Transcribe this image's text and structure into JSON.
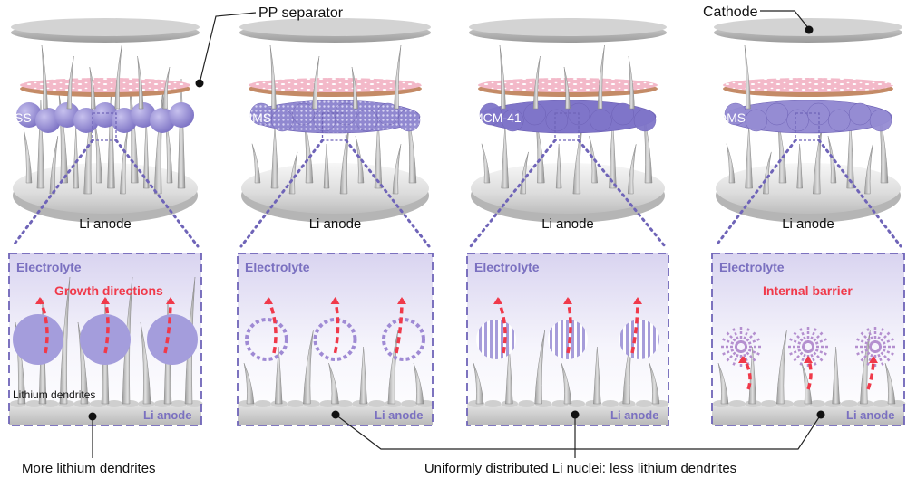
{
  "labels": {
    "pp_separator": "PP separator",
    "cathode": "Cathode",
    "bottom_left": "More lithium  dendrites",
    "bottom_center": "Uniformly distributed Li nuclei: less lithium dendrites"
  },
  "panels": [
    {
      "material": "SS",
      "anode_top": "Li anode",
      "electrolyte": "Electrolyte",
      "anode_box": "Li anode",
      "note": "Growth directions",
      "extra": "Lithium dendrites",
      "particle": "solid"
    },
    {
      "material": "HMS",
      "anode_top": "Li anode",
      "electrolyte": "Electrolyte",
      "anode_box": "Li anode",
      "particle": "hollow"
    },
    {
      "material": "MCM-41",
      "anode_top": "Li anode",
      "electrolyte": "Electrolyte",
      "anode_box": "Li anode",
      "particle": "channel"
    },
    {
      "material": "DMS",
      "anode_top": "Li anode",
      "electrolyte": "Electrolyte",
      "anode_box": "Li anode",
      "note": "Internal  barrier",
      "particle": "dendritic"
    }
  ],
  "colors": {
    "particle": "#8f86cf",
    "particle_dark": "#6b5fb3",
    "separator": "#f4b7c8",
    "electrolyte_text": "#7a70c0",
    "arrow": "#f0394a",
    "dashed_box": "#6f64b8"
  }
}
